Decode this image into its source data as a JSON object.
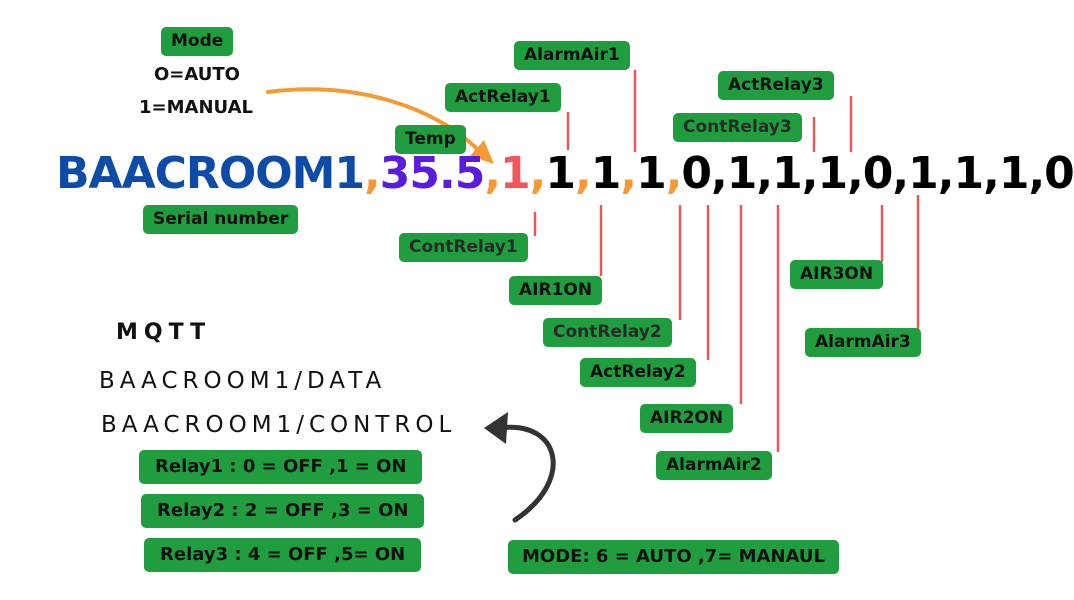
{
  "colors": {
    "tag_green": "#1f9d3f",
    "serial_blue": "#0d4ba8",
    "temp_purple": "#5a1be0",
    "mode_red": "#f2555a",
    "comma_orange": "#f79a35",
    "leader_red": "#e85a5a",
    "arrow_orange": "#f79a35"
  },
  "mode_note": {
    "label": "Mode",
    "line1": "O=AUTO",
    "line2": "1=MANUAL"
  },
  "serial_string": {
    "name": "BAACROOM1",
    "temp": "35.5",
    "mode": "1",
    "values": [
      "1",
      "1",
      "1",
      "0",
      "1",
      "1",
      "1",
      "0",
      "1",
      "1",
      "1",
      "0"
    ]
  },
  "labels": {
    "serial_number": "Serial number",
    "temp": "Temp",
    "act_relay1": "ActRelay1",
    "alarm_air1": "AlarmAir1",
    "cont_relay1": "ContRelay1",
    "air1_on": "AIR1ON",
    "cont_relay2": "ContRelay2",
    "act_relay2": "ActRelay2",
    "air2_on": "AIR2ON",
    "alarm_air2": "AlarmAir2",
    "act_relay3": "ActRelay3",
    "cont_relay3": "ContRelay3",
    "air3_on": "AIR3ON",
    "alarm_air3": "AlarmAir3"
  },
  "mqtt": {
    "title": "MQTT",
    "topic_data": "BAACROOM1/DATA",
    "topic_control": "BAACROOM1/CONTROL"
  },
  "commands": {
    "relay1": "Relay1  : 0 = OFF ,1 = ON",
    "relay2": "Relay2  : 2 = OFF ,3 = ON",
    "relay3": "Relay3  : 4 = OFF ,5= ON",
    "mode": "MODE: 6 = AUTO ,7= MANAUL"
  }
}
